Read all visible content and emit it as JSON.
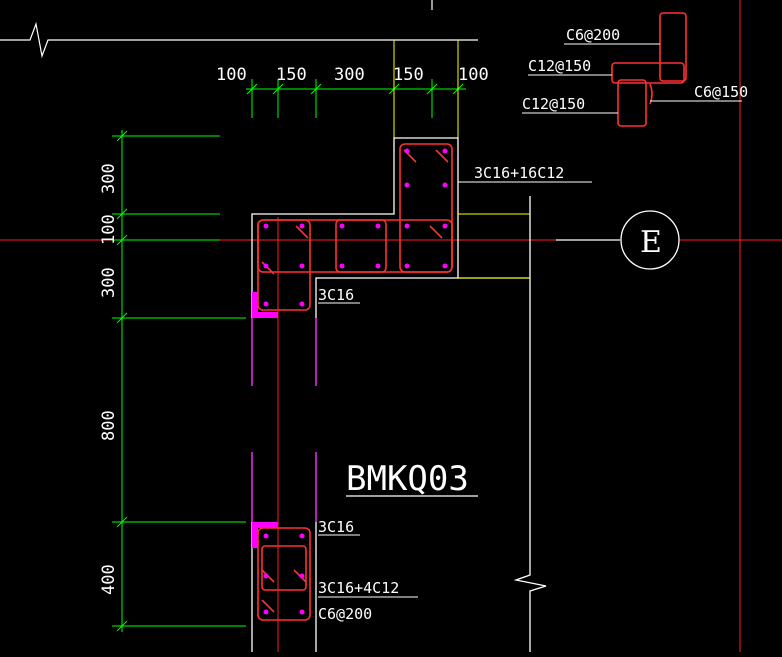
{
  "colors": {
    "background": "#000000",
    "outline": "#ffffff",
    "dimension": "#00ff00",
    "axis": "#ff2020",
    "rebar": "#ff3030",
    "hatch": "#ff00ff",
    "yellow": "#ffff00"
  },
  "drawing": {
    "title": "BMKQ03",
    "axis_bubble": "E",
    "top_dims": [
      "100",
      "150",
      "300",
      "150",
      "100"
    ],
    "left_dims": [
      "300",
      "100",
      "300",
      "800",
      "400"
    ],
    "callouts": {
      "main_corner": "3C16+16C12",
      "upper_end_bar": "3C16",
      "lower_end_bar": "3C16",
      "lower_section": "3C16+4C12",
      "lower_tie": "C6@200"
    },
    "legend_callouts": {
      "top_tie": "C6@200",
      "horizontal_bar_1": "C12@150",
      "horizontal_bar_2": "C12@150",
      "right_tie": "C6@150"
    }
  }
}
